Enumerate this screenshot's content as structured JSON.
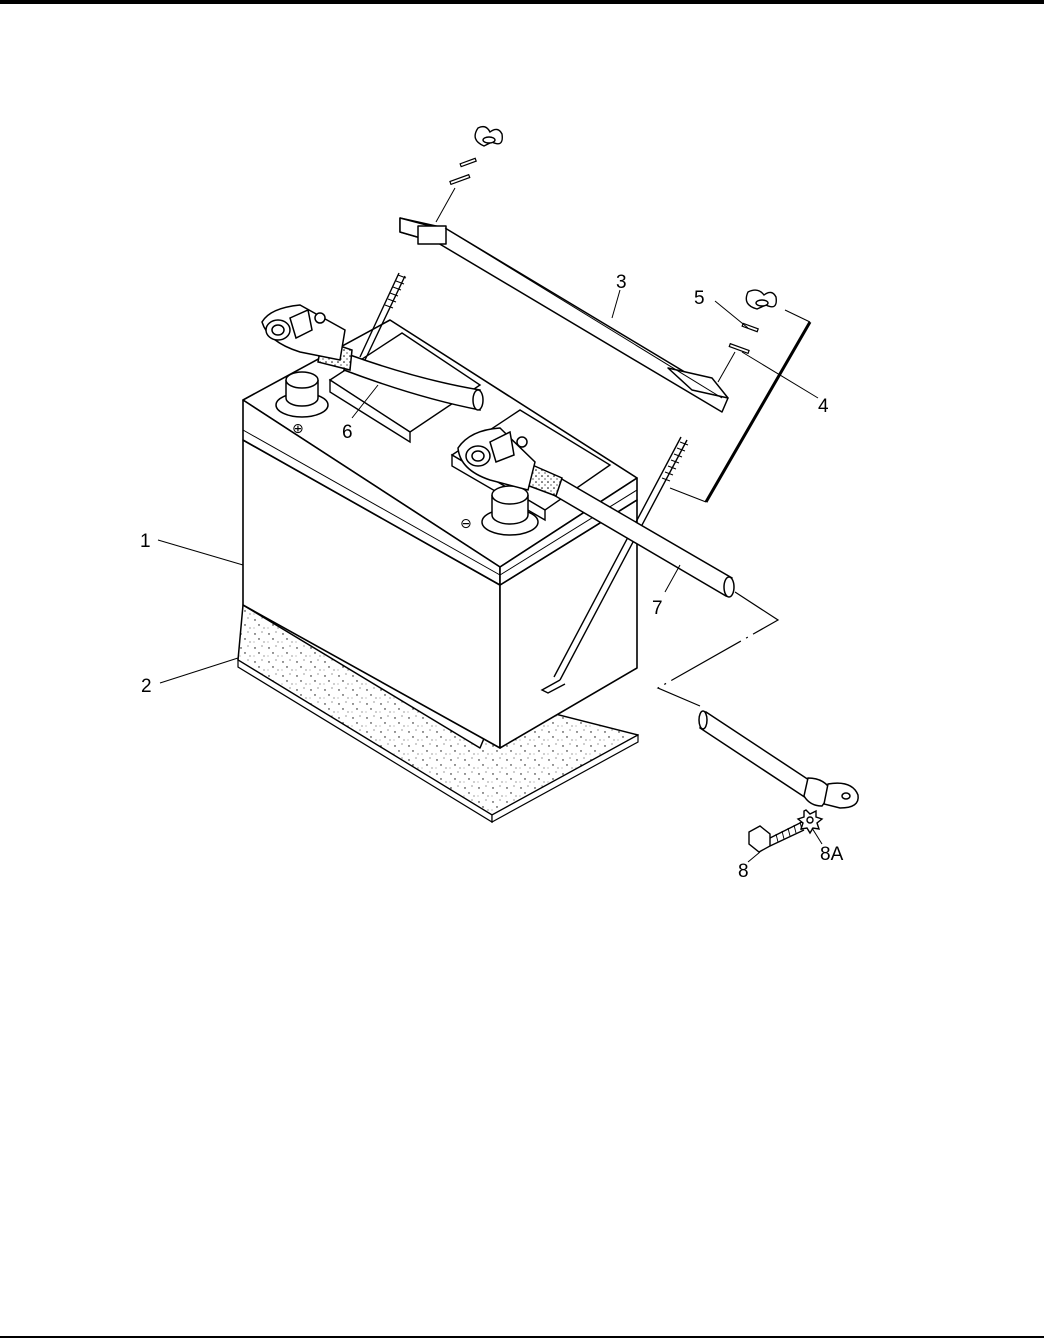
{
  "diagram": {
    "callouts": [
      {
        "id": "1",
        "label": "1"
      },
      {
        "id": "2",
        "label": "2"
      },
      {
        "id": "3",
        "label": "3"
      },
      {
        "id": "4",
        "label": "4"
      },
      {
        "id": "5",
        "label": "5"
      },
      {
        "id": "6",
        "label": "6"
      },
      {
        "id": "7",
        "label": "7"
      },
      {
        "id": "8",
        "label": "8"
      },
      {
        "id": "8A",
        "label": "8A"
      }
    ],
    "terminal_marks": {
      "positive": "⊕",
      "negative": "⊖"
    }
  }
}
